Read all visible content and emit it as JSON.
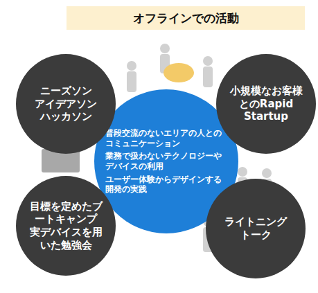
{
  "diagram": {
    "title": "オフラインでの活動",
    "nodes": [
      {
        "text": [
          "ニーズソン",
          "アイデアソン",
          "ハッカソン"
        ]
      },
      {
        "text": [
          "小規模なお客様とのRapid Startup"
        ]
      },
      {
        "text": [
          "普段交流のないエリアの人とのコミュニケーション",
          "業務で扱わないテクノロジーやデバイスの利用",
          "ユーザー体験からデザインする開発の実践"
        ]
      },
      {
        "text": [
          "目標を定めたブートキャンプ",
          "実デバイスを用いた勉強会"
        ]
      },
      {
        "text": [
          "ライトニングトーク"
        ]
      }
    ]
  }
}
